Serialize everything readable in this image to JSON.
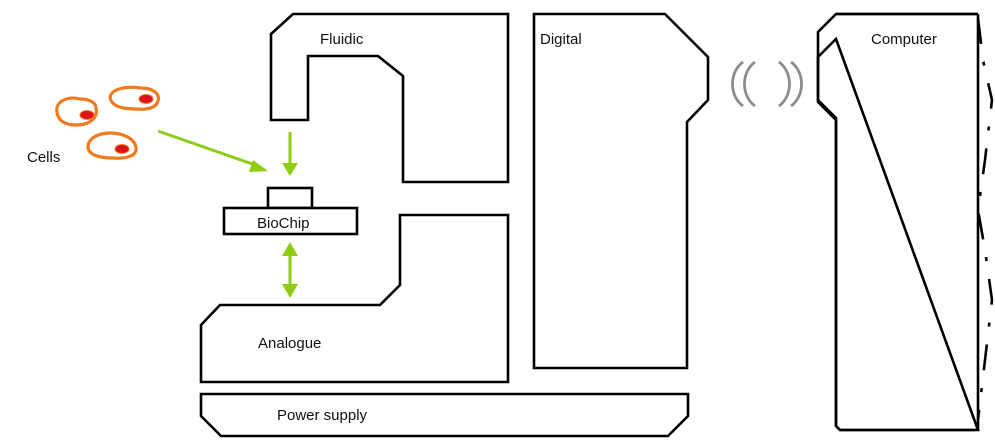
{
  "diagram": {
    "labels": {
      "cells": "Cells",
      "fluidic": "Fluidic",
      "biochip": "BioChip",
      "analogue": "Analogue",
      "digital": "Digital",
      "computer": "Computer",
      "power_supply": "Power supply"
    },
    "colors": {
      "cell_outline": "#f07a1e",
      "cell_nucleus": "#d9141c",
      "arrow": "#8fcc14",
      "wireless_waves": "#8c8c8c",
      "block_outline": "#000000"
    },
    "icons": [
      "cell-icon",
      "wireless-waves-icon",
      "arrow-icon"
    ]
  }
}
